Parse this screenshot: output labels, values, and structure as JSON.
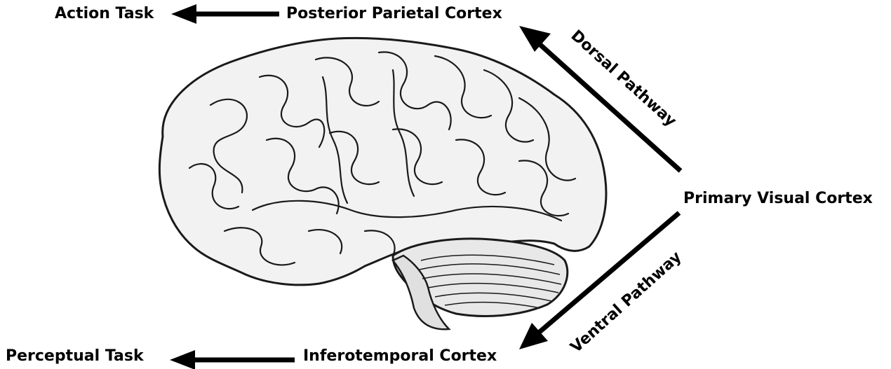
{
  "labels": {
    "action_task": "Action Task",
    "posterior_parietal": "Posterior Parietal Cortex",
    "primary_visual": "Primary Visual Cortex",
    "perceptual_task": "Perceptual Task",
    "inferotemporal": "Inferotemporal Cortex",
    "dorsal_pathway": "Dorsal Pathway",
    "ventral_pathway": "Ventral Pathway"
  },
  "colors": {
    "ink": "#000000",
    "brain_fill": "#f2f2f2",
    "brain_line": "#1a1a1a"
  }
}
